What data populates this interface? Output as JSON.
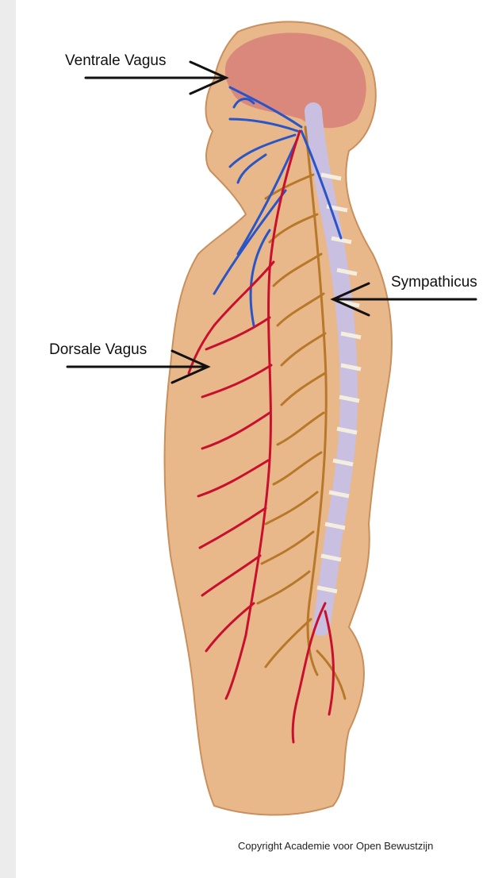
{
  "labels": {
    "ventral_vagus": "Ventrale Vagus",
    "sympathicus": "Sympathicus",
    "dorsal_vagus": "Dorsale Vagus"
  },
  "copyright": "Copyright Academie voor Open Bewustzijn",
  "colors": {
    "skin": "#e8b88a",
    "brain": "#d9837a",
    "spine": "#c9bfe0",
    "ventral_vagus": "#2a55c8",
    "dorsal_vagus": "#c8102e",
    "sympathetic": "#b8782a"
  }
}
